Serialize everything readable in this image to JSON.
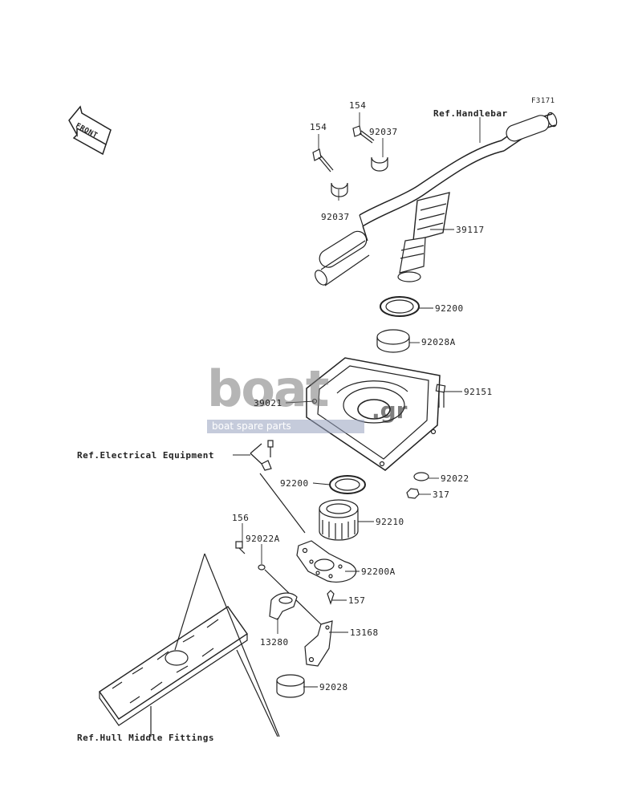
{
  "figure": {
    "code": "F3171",
    "front_label": "FRONT",
    "watermark": {
      "logo": "boat",
      "tld": ".gr",
      "tagline": "boat spare parts"
    }
  },
  "refs": {
    "handlebar": "Ref.Handlebar",
    "electrical": "Ref.Electrical Equipment",
    "hull": "Ref.Hull Middle Fittings"
  },
  "parts": {
    "p154a": "154",
    "p154b": "154",
    "p92037a": "92037",
    "p92037b": "92037",
    "p39117": "39117",
    "p92200a": "92200",
    "p92028A": "92028A",
    "p39021": "39021",
    "p92151": "92151",
    "p92022": "92022",
    "p317": "317",
    "p92200b": "92200",
    "p92210": "92210",
    "p156": "156",
    "p92022A": "92022A",
    "p92200A": "92200A",
    "p157": "157",
    "p13168": "13168",
    "p13280": "13280",
    "p92028": "92028"
  }
}
